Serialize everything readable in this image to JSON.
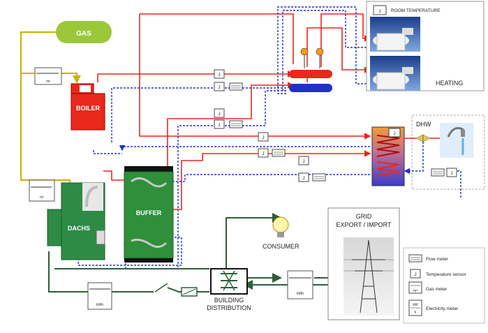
{
  "colors": {
    "hot": "#e8291c",
    "cold": "#2030c8",
    "gas": "#c8b400",
    "electric": "#2e5e3a",
    "unit_green": "#2e8b46",
    "tank_green": "#2f8f3a"
  },
  "labels": {
    "gas": "GAS",
    "boiler": "BOILER",
    "buffer": "BUFFER",
    "dachs": "DACHS",
    "heating": "HEATING",
    "room_temp": "ROOM TEMPERATURE",
    "dhw": "DHW",
    "consumer": "CONSUMER",
    "grid_line1": "GRID",
    "grid_line2": "EXPORT / IMPORT",
    "building_line1": "BUILDING",
    "building_line2": "DISTRIBUTION"
  },
  "meters": {
    "j": "J",
    "gas_unit": "m³",
    "kwh": "kWh"
  },
  "legend": {
    "flow": "Flow meter",
    "temp": "Temperature sensor",
    "gas": "Gas meter",
    "elec": "Electricity meter",
    "icon_j": "J",
    "icon_m3": "m³",
    "icon_kw": "kW",
    "icon_h": "h"
  },
  "icons": [
    "pump-icon",
    "radiator-icon",
    "tap-icon",
    "lightbulb-icon",
    "pylon-icon",
    "switch-icon",
    "fuse-icon",
    "inverter-icon"
  ]
}
